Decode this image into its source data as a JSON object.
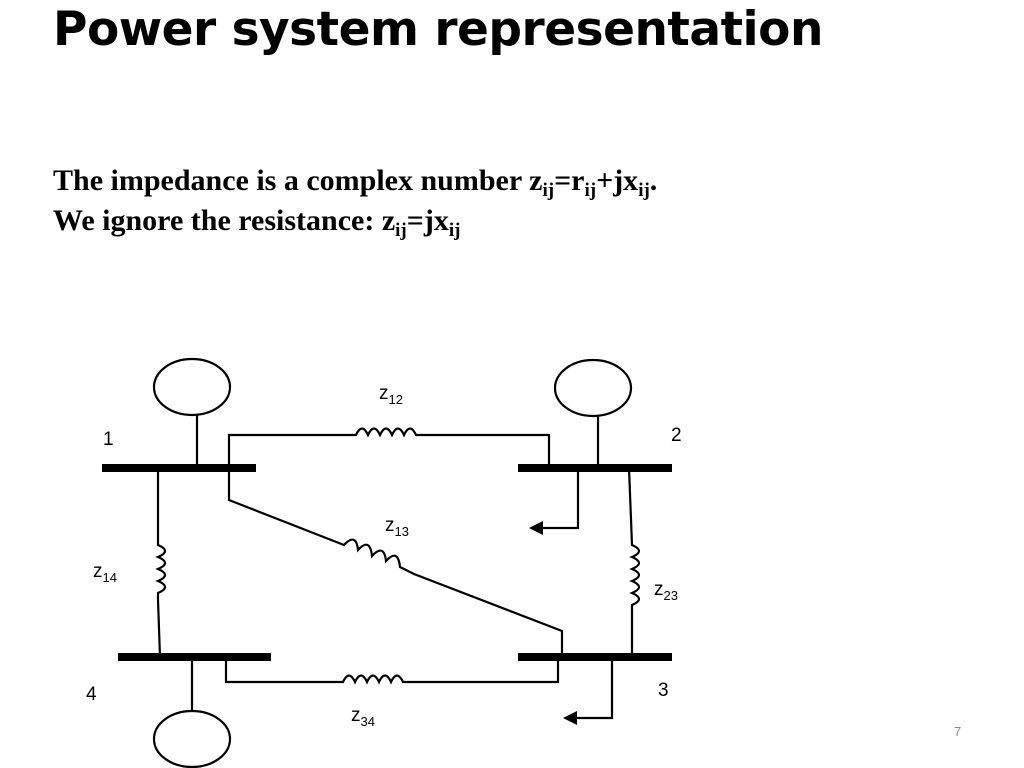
{
  "slide": {
    "title": "Power system representation",
    "line1": {
      "text": "The impedance is a complex number ",
      "formula": [
        {
          "t": "z",
          "sub": "ij"
        },
        {
          "t": "=r",
          "sub": "ij"
        },
        {
          "t": "+jx",
          "sub": "ij"
        },
        {
          "t": ".",
          "sub": ""
        }
      ]
    },
    "line2": {
      "text": "We ignore the resistance: ",
      "formula": [
        {
          "t": "z",
          "sub": "ij"
        },
        {
          "t": "=jx",
          "sub": "ij"
        }
      ]
    },
    "slide_number": "7"
  },
  "diagram": {
    "buses": [
      {
        "id": "bus-1",
        "label": "1"
      },
      {
        "id": "bus-2",
        "label": "2"
      },
      {
        "id": "bus-3",
        "label": "3"
      },
      {
        "id": "bus-4",
        "label": "4"
      }
    ],
    "impedances": [
      {
        "id": "z12",
        "base": "z",
        "sub": "12"
      },
      {
        "id": "z13",
        "base": "z",
        "sub": "13"
      },
      {
        "id": "z14",
        "base": "z",
        "sub": "14"
      },
      {
        "id": "z23",
        "base": "z",
        "sub": "23"
      },
      {
        "id": "z34",
        "base": "z",
        "sub": "34"
      }
    ],
    "generators": [
      "bus-1",
      "bus-2",
      "bus-4"
    ],
    "loads": [
      "bus-2",
      "bus-3"
    ]
  }
}
